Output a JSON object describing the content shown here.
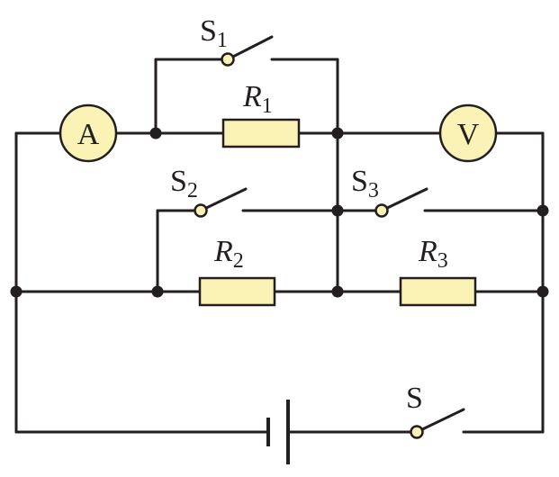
{
  "ammeter": {
    "symbol": "A"
  },
  "voltmeter": {
    "symbol": "V"
  },
  "switches": {
    "s1": {
      "letter": "S",
      "sub": "1"
    },
    "s2": {
      "letter": "S",
      "sub": "2"
    },
    "s3": {
      "letter": "S",
      "sub": "3"
    },
    "s": {
      "letter": "S"
    }
  },
  "resistors": {
    "r1": {
      "letter": "R",
      "sub": "1"
    },
    "r2": {
      "letter": "R",
      "sub": "2"
    },
    "r3": {
      "letter": "R",
      "sub": "3"
    }
  },
  "colors": {
    "component_fill": "#fbf3b5",
    "line": "#231f20"
  }
}
